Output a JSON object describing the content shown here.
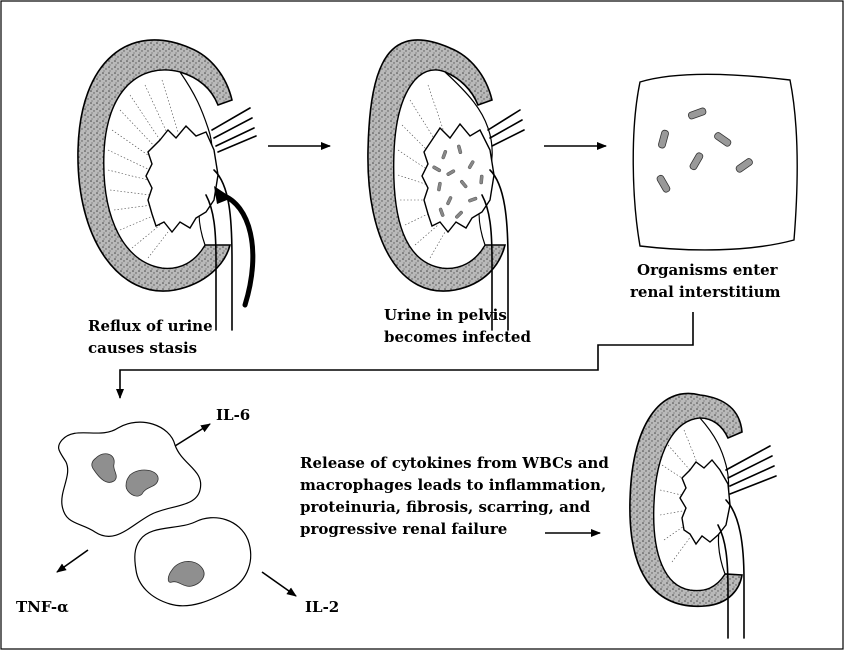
{
  "labels": {
    "reflux_line1": "Reflux of urine",
    "reflux_line2": "causes stasis",
    "infected_line1": "Urine in pelvis",
    "infected_line2": "becomes infected",
    "organisms_line1": "Organisms enter",
    "organisms_line2": "renal interstitium",
    "cytokine_line1": "Release of cytokines from WBCs and",
    "cytokine_line2": "macrophages leads to inflammation,",
    "cytokine_line3": "proteinuria, fibrosis, scarring, and",
    "cytokine_line4": "progressive renal failure",
    "il6": "IL-6",
    "il2": "IL-2",
    "tnf": "TNF-α"
  },
  "colors": {
    "cortex_fill": "#b5b5b5",
    "nucleus_fill": "#8f8f8f",
    "line": "#000000",
    "background": "#ffffff"
  }
}
